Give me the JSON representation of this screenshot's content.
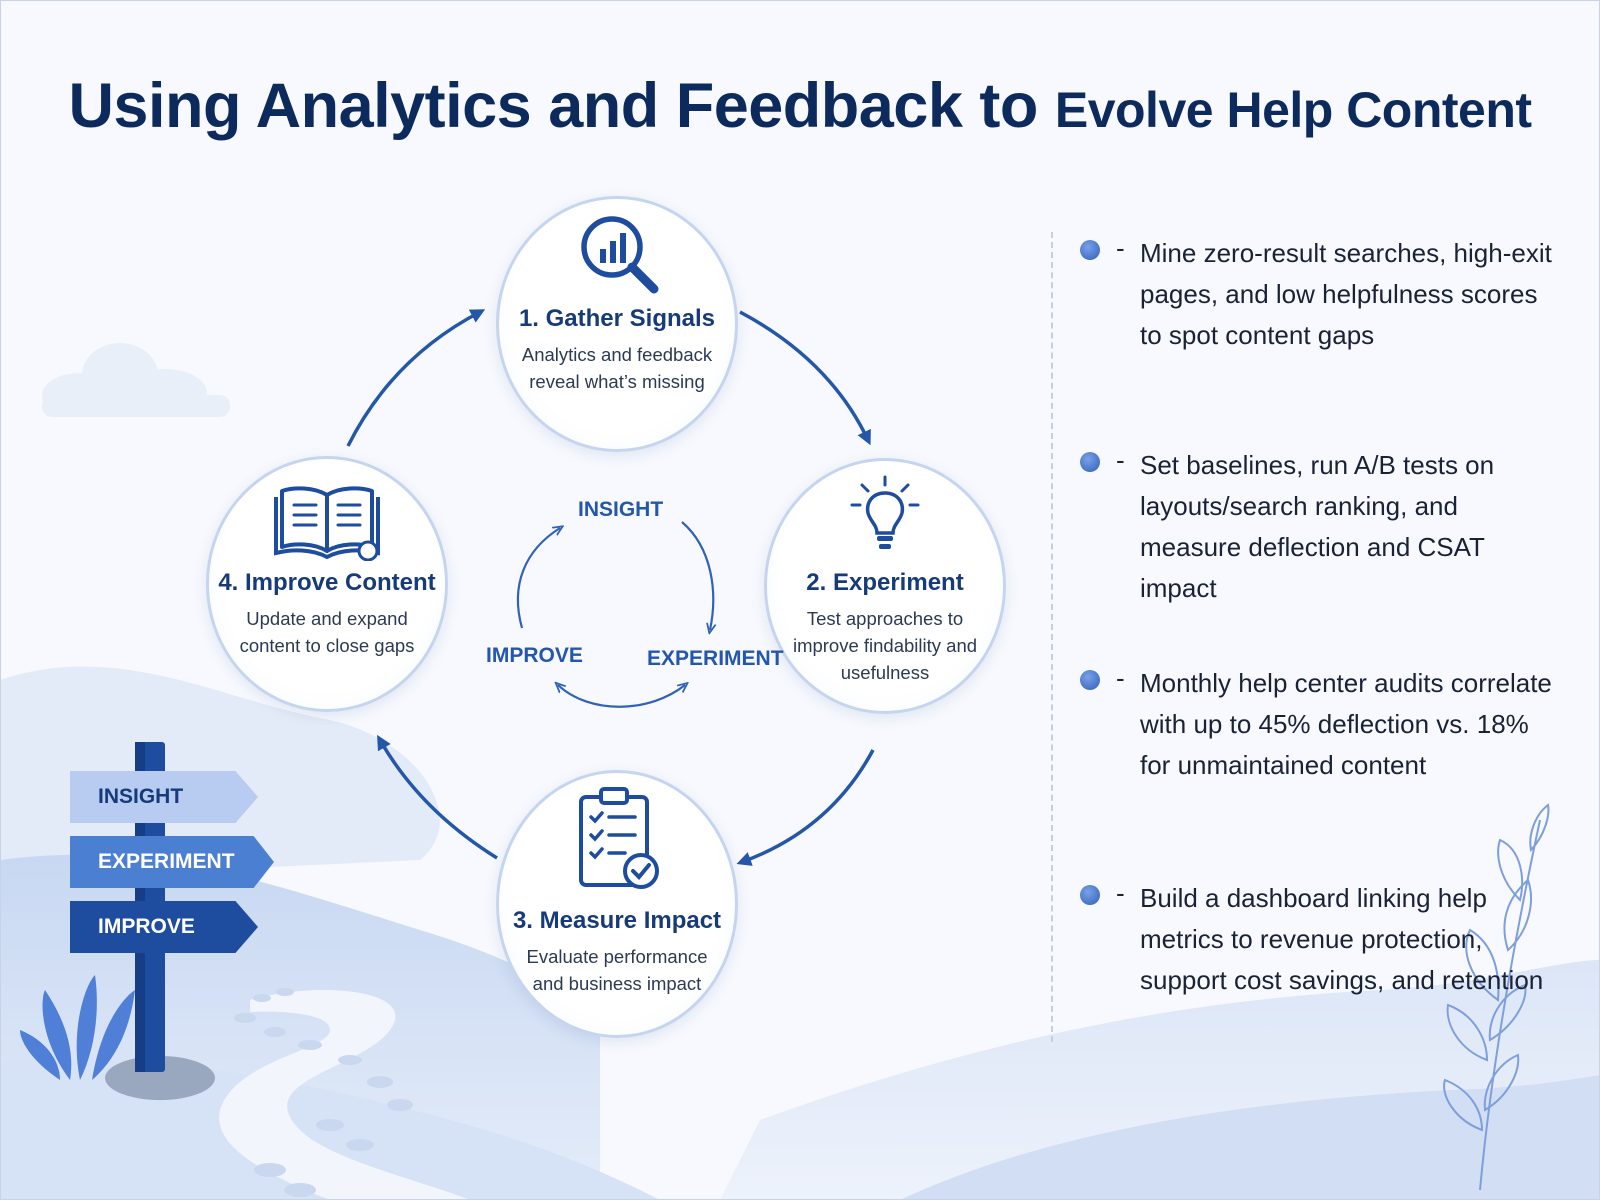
{
  "title": {
    "part1": "Using Analytics and Feedback to",
    "part2": "Evolve Help Content"
  },
  "steps": [
    {
      "title": "1. Gather Signals",
      "description": "Analytics and feedback reveal what’s missing",
      "icon": "magnifier-chart-icon"
    },
    {
      "title": "2. Experiment",
      "description": "Test approaches to improve findability and usefulness",
      "icon": "lightbulb-icon"
    },
    {
      "title": "3. Measure Impact",
      "description": "Evaluate performance and business impact",
      "icon": "clipboard-check-icon"
    },
    {
      "title": "4. Improve Content",
      "description": "Update and expand content to close gaps",
      "icon": "open-book-icon"
    }
  ],
  "inner_cycle": {
    "top": "INSIGHT",
    "right": "EXPERIMENT",
    "left": "IMPROVE"
  },
  "bullets": [
    {
      "dash": "-",
      "text": "Mine zero-result searches, high-exit pages, and low helpfulness scores to spot content gaps"
    },
    {
      "dash": "-",
      "text": "Set baselines, run A/B tests on layouts/search ranking, and measure deflection and CSAT impact"
    },
    {
      "dash": "-",
      "text": "Monthly help center audits correlate with up to 45% deflection vs. 18% for unmaintained content"
    },
    {
      "dash": "-",
      "text": "Build a dashboard linking help metrics to revenue protection, support cost savings, and retention"
    }
  ],
  "signpost": {
    "insight": "INSIGHT",
    "experiment": "EXPERIMENT",
    "improve": "IMPROVE"
  },
  "colors": {
    "navy": "#0d2a5c",
    "accent": "#2456ad",
    "arrow": "#2457a8",
    "light": "#c6d5ef"
  }
}
